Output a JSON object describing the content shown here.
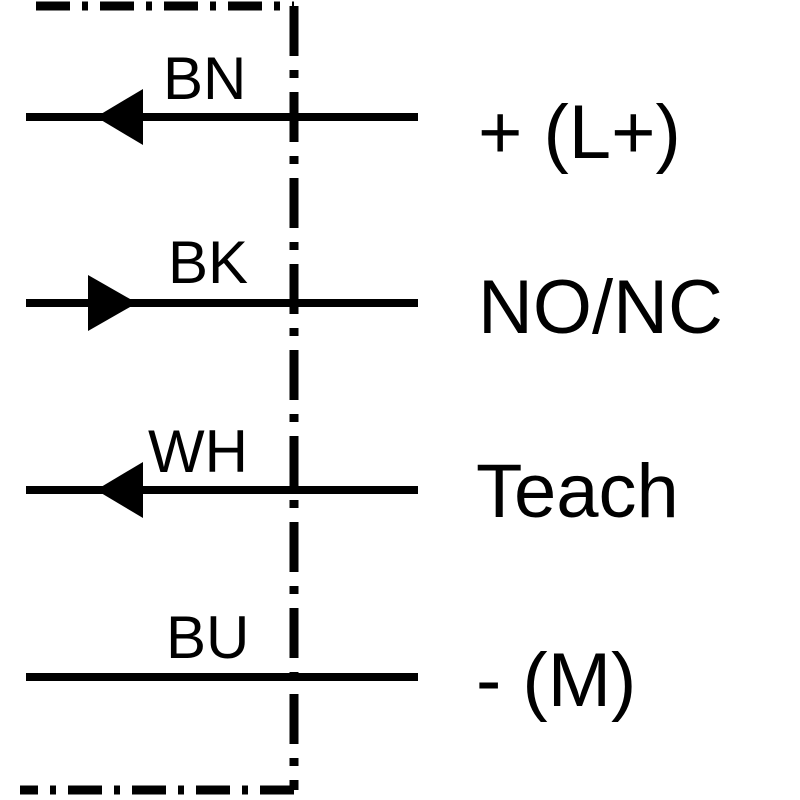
{
  "diagram": {
    "line_color": "#000000",
    "background_color": "#ffffff",
    "wires": [
      {
        "code": "BN",
        "signal": "+ (L+)",
        "arrow": "inward"
      },
      {
        "code": "BK",
        "signal": "NO/NC",
        "arrow": "outward"
      },
      {
        "code": "WH",
        "signal": "Teach",
        "arrow": "inward"
      },
      {
        "code": "BU",
        "signal": "- (M)",
        "arrow": "none"
      }
    ]
  }
}
